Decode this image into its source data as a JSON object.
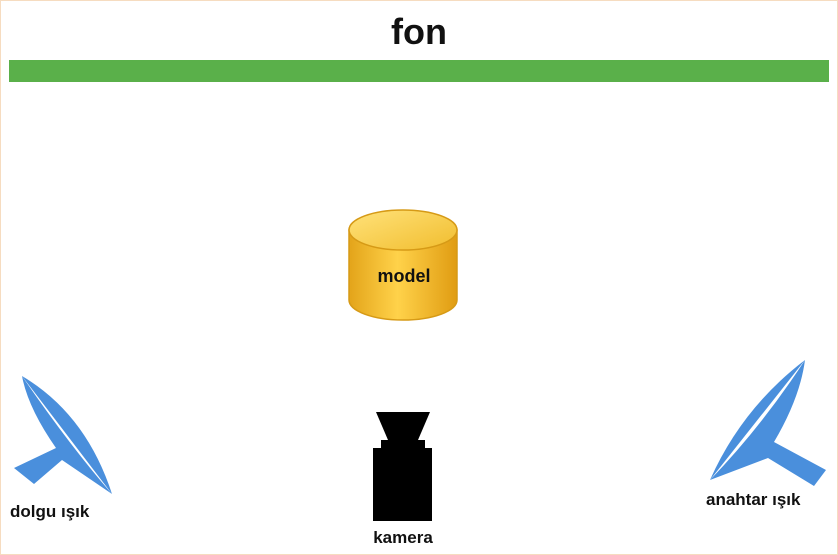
{
  "backdrop": {
    "label": "fon",
    "color": "#5ab04a"
  },
  "model": {
    "label": "model",
    "color": "#f4c430"
  },
  "fill_light": {
    "label": "dolgu ışık",
    "color": "#4a8fdc"
  },
  "key_light": {
    "label": "anahtar ışık",
    "color": "#4a8fdc"
  },
  "camera": {
    "label": "kamera",
    "color": "#000000"
  }
}
